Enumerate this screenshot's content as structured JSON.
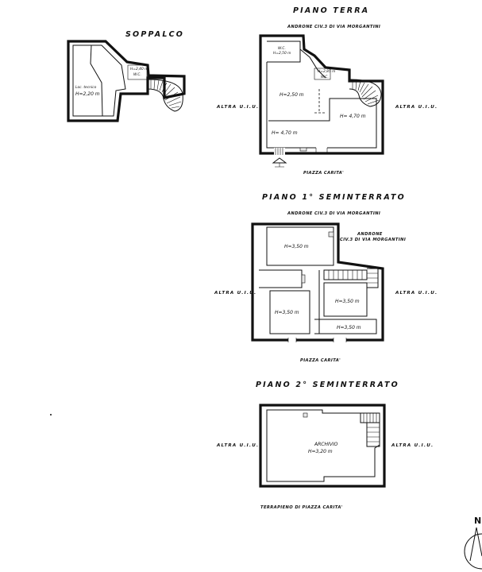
{
  "soppalco": {
    "title": "SOPPALCO",
    "wc": "W.C.",
    "wc_h": "H=2,40 m",
    "loc": "Loc. tecnico",
    "loc_h": "H=2,20 m"
  },
  "terra": {
    "title": "PIANO TERRA",
    "androne": "ANDRONE CIV.3 DI VIA MORGANTINI",
    "wc1": "W.C.",
    "wc1_h": "H=2,50 m",
    "wc2": "W.C.",
    "wc2_h": "H=2,85 m",
    "room1": "H=2,50 m",
    "room2": "H= 4,70 m",
    "room3": "H= 4,70 m",
    "left": "ALTRA U.I.U.",
    "right": "ALTRA U.I.U.",
    "bottom": "PIAZZA CARITA'"
  },
  "sem1": {
    "title": "PIANO 1° SEMINTERRATO",
    "androne": "ANDRONE CIV.3 DI VIA MORGANTINI",
    "androne_right_1": "ANDRONE",
    "androne_right_2": "CIV.3 DI VIA MORGANTINI",
    "room1": "H=3,50 m",
    "room2": "H=3,50 m",
    "room3": "H=3,50 m",
    "room4": "H=3,50 m",
    "left": "ALTRA U.I.U.",
    "right": "ALTRA U.I.U.",
    "bottom": "PIAZZA CARITA'"
  },
  "sem2": {
    "title": "PIANO 2° SEMINTERRATO",
    "archivio": "ARCHIVIO",
    "archivio_h": "H=3,20 m",
    "left": "ALTRA U.I.U.",
    "right": "ALTRA U.I.U.",
    "bottom": "TERRAPIENO DI PIAZZA CARITA'"
  },
  "compass": {
    "north": "N"
  }
}
